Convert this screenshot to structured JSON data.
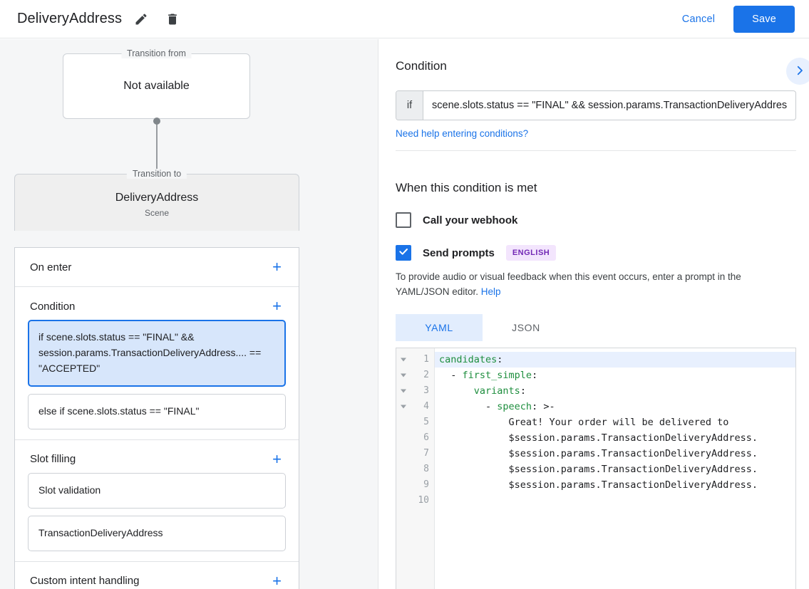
{
  "topbar": {
    "title": "DeliveryAddress",
    "edit_icon": "pencil-icon",
    "delete_icon": "trash-icon",
    "cancel_label": "Cancel",
    "save_label": "Save",
    "accent_color": "#1a73e8"
  },
  "left": {
    "transition_from": {
      "legend": "Transition from",
      "value": "Not available"
    },
    "transition_to": {
      "legend": "Transition to",
      "name": "DeliveryAddress",
      "type": "Scene"
    },
    "sections": [
      {
        "title": "On enter",
        "add_label": "+",
        "items": []
      },
      {
        "title": "Condition",
        "add_label": "+",
        "items": [
          {
            "text": "if scene.slots.status == \"FINAL\" && session.params.TransactionDeliveryAddress.... == \"ACCEPTED\"",
            "selected": true
          },
          {
            "text": "else if scene.slots.status == \"FINAL\"",
            "selected": false
          }
        ]
      },
      {
        "title": "Slot filling",
        "add_label": "+",
        "items": [
          {
            "text": "Slot validation",
            "selected": false
          },
          {
            "text": "TransactionDeliveryAddress",
            "selected": false
          }
        ]
      },
      {
        "title": "Custom intent handling",
        "add_label": "+",
        "items": []
      }
    ]
  },
  "right": {
    "condition": {
      "heading": "Condition",
      "expand_icon": "chevron-right-icon",
      "if_label": "if",
      "value": "scene.slots.status == \"FINAL\" && session.params.TransactionDeliveryAddres",
      "help_link": "Need help entering conditions?"
    },
    "when_met": {
      "heading": "When this condition is met",
      "webhook": {
        "label": "Call your webhook",
        "checked": false
      },
      "prompts": {
        "label": "Send prompts",
        "checked": true,
        "badge": "ENGLISH",
        "badge_bg": "#f3e5fd",
        "badge_fg": "#7228b5"
      },
      "description_before": "To provide audio or visual feedback when this event occurs, enter a prompt in the YAML/JSON editor. ",
      "description_link": "Help"
    },
    "editor": {
      "tabs": [
        {
          "label": "YAML",
          "active": true
        },
        {
          "label": "JSON",
          "active": false
        }
      ],
      "line_numbers": [
        "1",
        "2",
        "3",
        "4",
        "5",
        "6",
        "7",
        "8",
        "9",
        "10"
      ],
      "fold_lines": [
        1,
        2,
        3,
        4
      ],
      "highlight_line": 1,
      "lines": [
        {
          "n": 1,
          "key": "candidates",
          "indent": "",
          "rest": ":",
          "after": ""
        },
        {
          "n": 2,
          "key": "first_simple",
          "indent": "  - ",
          "rest": ":",
          "after": ""
        },
        {
          "n": 3,
          "key": "variants",
          "indent": "      ",
          "rest": ":",
          "after": ""
        },
        {
          "n": 4,
          "key": "speech",
          "indent": "        - ",
          "rest": ": ",
          "after": ">-"
        },
        {
          "n": 5,
          "key": "",
          "indent": "            ",
          "rest": "",
          "after": "Great! Your order will be delivered to"
        },
        {
          "n": 6,
          "key": "",
          "indent": "            ",
          "rest": "",
          "after": "$session.params.TransactionDeliveryAddress."
        },
        {
          "n": 7,
          "key": "",
          "indent": "            ",
          "rest": "",
          "after": "$session.params.TransactionDeliveryAddress."
        },
        {
          "n": 8,
          "key": "",
          "indent": "            ",
          "rest": "",
          "after": "$session.params.TransactionDeliveryAddress."
        },
        {
          "n": 9,
          "key": "",
          "indent": "            ",
          "rest": "",
          "after": "$session.params.TransactionDeliveryAddress."
        },
        {
          "n": 10,
          "key": "",
          "indent": "",
          "rest": "",
          "after": ""
        }
      ]
    }
  }
}
